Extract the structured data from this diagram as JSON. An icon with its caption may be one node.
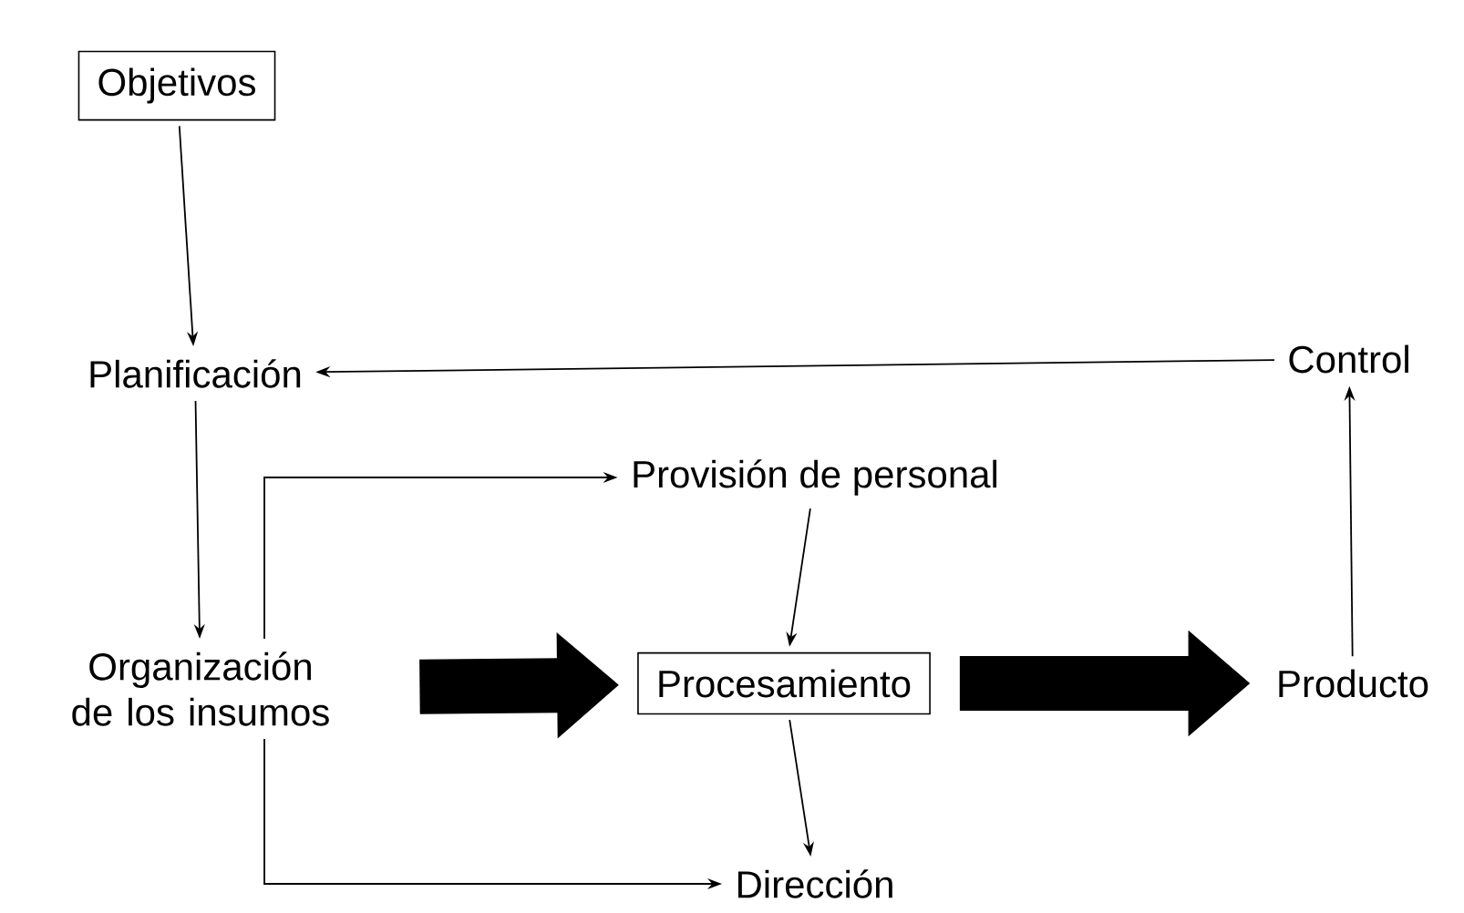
{
  "diagram": {
    "nodes": [
      {
        "text": [
          "Objetivos"
        ]
      },
      {
        "text": [
          "Planificación"
        ]
      },
      {
        "text": [
          "Control"
        ]
      },
      {
        "text": [
          "Provisión de personal"
        ]
      },
      {
        "text": [
          "Organización de los insumos"
        ]
      },
      {
        "text": [
          "Procesamiento"
        ]
      },
      {
        "text": [
          "Producto"
        ]
      },
      {
        "text": [
          "Dirección"
        ]
      }
    ],
    "edges": [
      {
        "from": 0,
        "to": 1,
        "arrow": "to"
      },
      {
        "from": 2,
        "to": 1,
        "arrow": "to"
      },
      {
        "from": 1,
        "to": 4,
        "arrow": "to"
      },
      {
        "from": 4,
        "to": 3,
        "arrow": "to"
      },
      {
        "from": 3,
        "to": 5,
        "arrow": "to"
      },
      {
        "from": 4,
        "to": 5,
        "arrow": "to",
        "style": "thick"
      },
      {
        "from": 5,
        "to": 6,
        "arrow": "to",
        "style": "thick"
      },
      {
        "from": 6,
        "to": 2,
        "arrow": "to"
      },
      {
        "from": 5,
        "to": 7,
        "arrow": "to"
      },
      {
        "from": 4,
        "to": 7,
        "arrow": "to"
      }
    ]
  }
}
